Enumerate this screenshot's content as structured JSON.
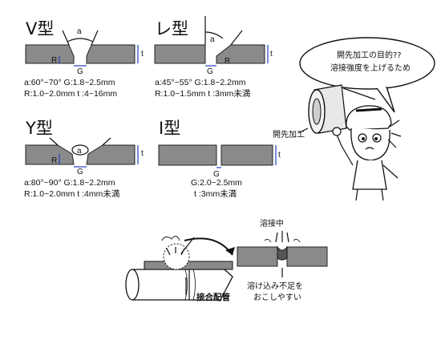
{
  "colors": {
    "plate": "#8a8a8a",
    "dimension": "#2040c0",
    "outline": "#111111"
  },
  "joints": {
    "v": {
      "title": "V型",
      "label_a": "a",
      "label_R": "R",
      "label_G": "G",
      "label_t": "t",
      "spec_line1": "a:60°~70°    G:1.8~2.5mm",
      "spec_line2": "R:1.0~2.0mm   t :4~16mm"
    },
    "l": {
      "title": "レ型",
      "label_a": "a",
      "label_R": "R",
      "label_G": "G",
      "label_t": "t",
      "spec_line1": "a:45°~55°    G:1.8~2.2mm",
      "spec_line2": "R:1.0~1.5mm   t :3mm未満"
    },
    "y": {
      "title": "Y型",
      "label_a": "a",
      "label_R": "R",
      "label_G": "G",
      "label_t": "t",
      "spec_line1": "a:80°~90°    G:1.8~2.2mm",
      "spec_line2": "R:1.0~2.0mm   t :4mm未満"
    },
    "i": {
      "title": "I型",
      "label_G": "G",
      "label_t": "t",
      "spec_line1": "G:2.0~2.5mm",
      "spec_line2": "t :3mm未満"
    }
  },
  "bubble": {
    "line1": "開先加工の目的??",
    "line2": "溶接強度を上げるため"
  },
  "tape_label": "開先加工",
  "pipe_label": "接合配管",
  "welding_label": "溶接中",
  "result_line1": "溶け込み不足を",
  "result_line2": "おこしやすい"
}
